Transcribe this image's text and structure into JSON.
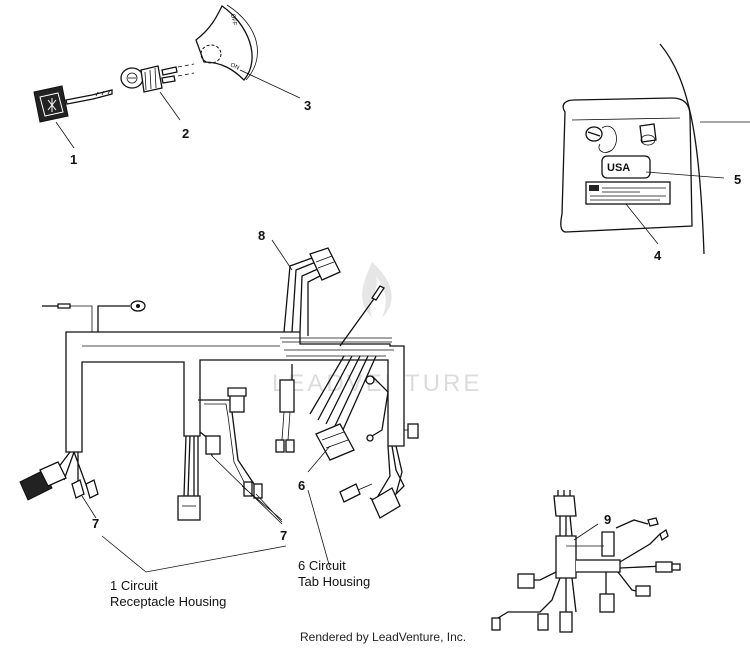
{
  "watermark": "LEADVENTURE",
  "footer": "Rendered by LeadVenture, Inc.",
  "plate": {
    "off": "OFF",
    "on": "ON"
  },
  "usa_decal": "USA",
  "callouts": {
    "c1": "1",
    "c2": "2",
    "c3": "3",
    "c4": "4",
    "c5": "5",
    "c6": "6",
    "c7a": "7",
    "c7b": "7",
    "c8": "8",
    "c9": "9"
  },
  "labels": {
    "receptacle_line1": "1 Circuit",
    "receptacle_line2": "Receptacle Housing",
    "tab_line1": "6 Circuit",
    "tab_line2": "Tab Housing"
  }
}
